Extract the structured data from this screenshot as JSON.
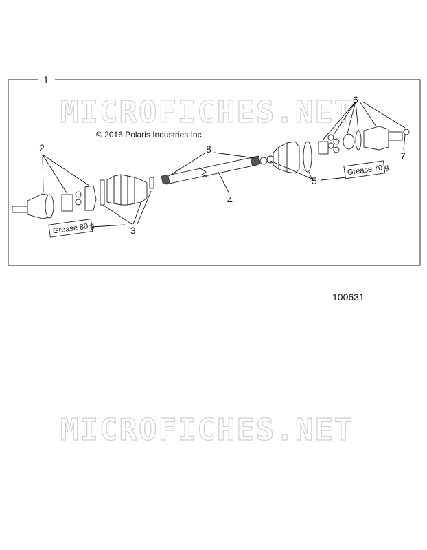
{
  "copyright": "© 2016 Polaris Industries Inc.",
  "figure_number": "100631",
  "watermark": "MICROFICHES.NET",
  "grease_labels": {
    "left": "Grease 80 g",
    "right": "Grease 70 g"
  },
  "callouts": {
    "c1": "1",
    "c2": "2",
    "c3": "3",
    "c4": "4",
    "c5": "5",
    "c6": "6",
    "c7": "7",
    "c8": "8"
  }
}
